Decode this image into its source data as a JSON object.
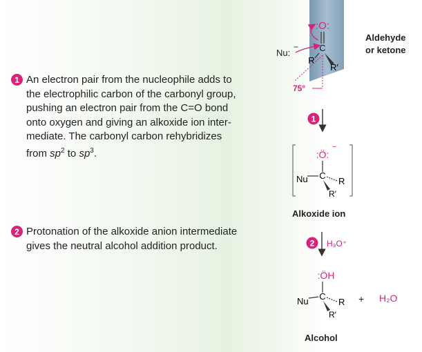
{
  "step1": {
    "number": "1",
    "lines": [
      "An electron pair from the nucleophile adds to",
      "the electrophilic carbon of the carbonyl group,",
      "pushing an electron pair from the C=O bond",
      "onto oxygen and giving an alkoxide ion inter-",
      "mediate. The carbonyl carbon rehybridizes"
    ],
    "last_line_prefix": "from ",
    "sp2_base": "sp",
    "sp2_exp": "2",
    "to_text": " to ",
    "sp3_base": "sp",
    "sp3_exp": "3",
    "period": "."
  },
  "step2": {
    "number": "2",
    "lines": [
      "Protonation of the alkoxide anion intermediate",
      "gives the neutral alcohol addition product."
    ]
  },
  "labels": {
    "aldehyde_line1": "Aldehyde",
    "aldehyde_line2": "or ketone",
    "alkoxide_ion": "Alkoxide ion",
    "alcohol": "Alcohol",
    "plus": "+",
    "water": "H₂O"
  },
  "molecules": {
    "nu_minus": "Nu:",
    "minus": "−",
    "oxygen": ":O:",
    "carbon": "C",
    "r": "R",
    "r_prime": "R′",
    "angle": "75°",
    "step1_badge": "1",
    "nu": "Nu",
    "alkoxide_o": ":Ö:",
    "alkoxide_minus": "−",
    "step2_badge": "2",
    "reagent": "H₃O⁺",
    "alcohol_oh": ":ÖH"
  },
  "colors": {
    "accent": "#d6247a",
    "plane": "#7f9fb8"
  }
}
